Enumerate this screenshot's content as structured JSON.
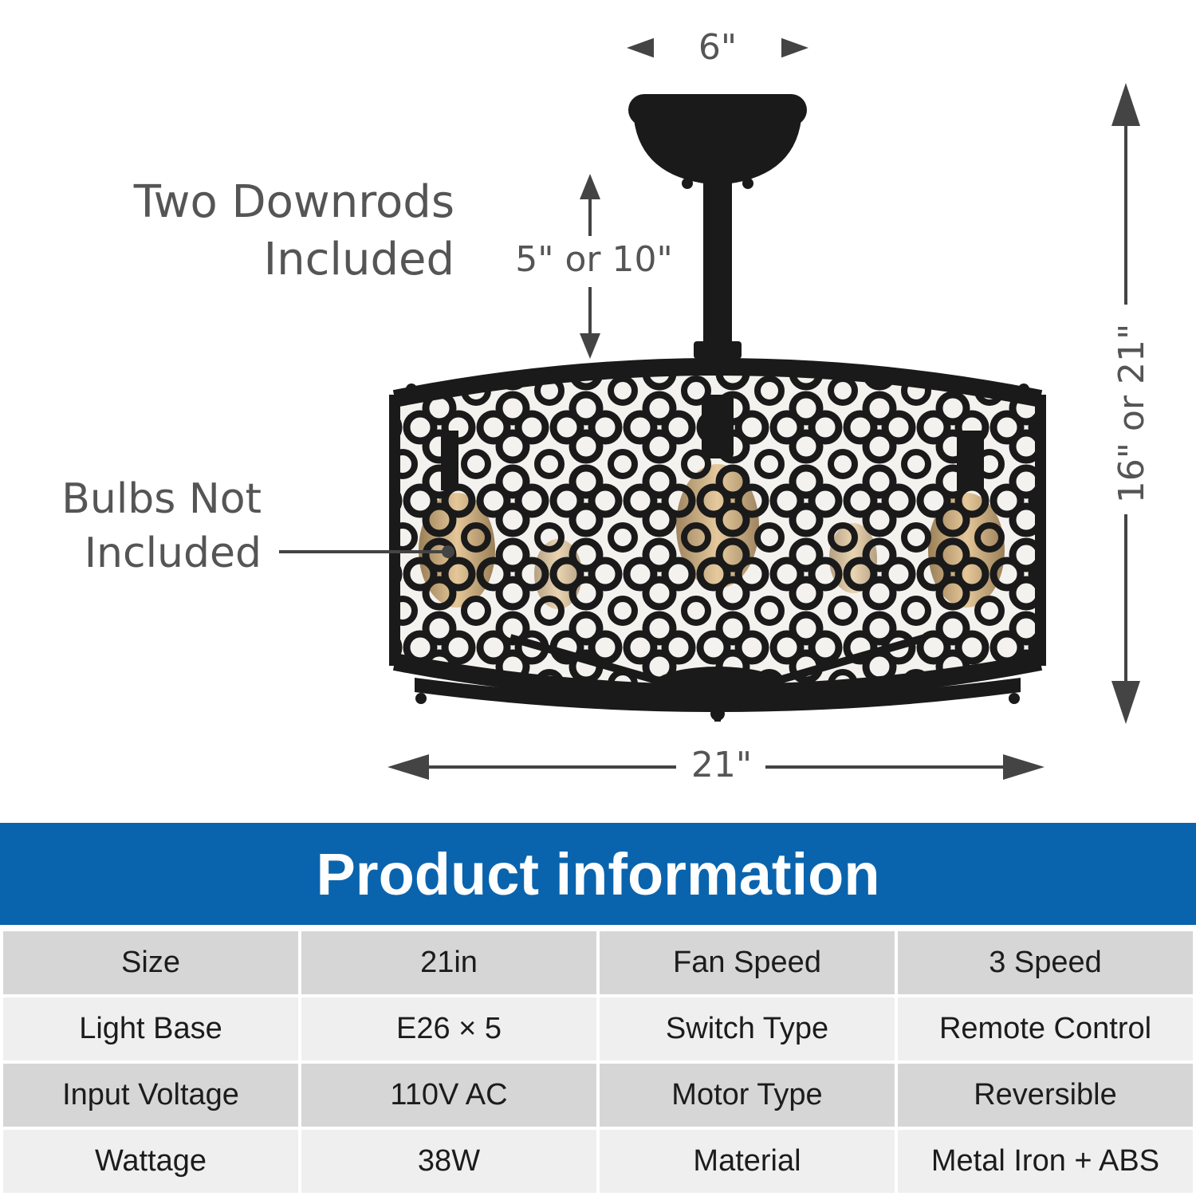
{
  "dimensions": {
    "top_width": "6\"",
    "downrod_length": "5\" or 10\"",
    "overall_width": "21\"",
    "overall_height": "16\" or 21\""
  },
  "callouts": {
    "downrods": [
      "Two Downrods",
      "Included"
    ],
    "bulbs": [
      "Bulbs Not",
      "Included"
    ]
  },
  "banner": {
    "title": "Product information"
  },
  "specs": [
    [
      "Size",
      "21in",
      "Fan Speed",
      "3 Speed"
    ],
    [
      "Light Base",
      "E26 × 5",
      "Switch Type",
      "Remote Control"
    ],
    [
      "Input Voltage",
      "110V AC",
      "Motor Type",
      "Reversible"
    ],
    [
      "Wattage",
      "38W",
      "Material",
      "Metal Iron + ABS"
    ]
  ],
  "colors": {
    "banner": "#0a64ad",
    "row_dark": "#d6d6d6",
    "row_light": "#efefef",
    "fixture": "#1a1a1a",
    "bulb_glass": "#c89a55"
  }
}
